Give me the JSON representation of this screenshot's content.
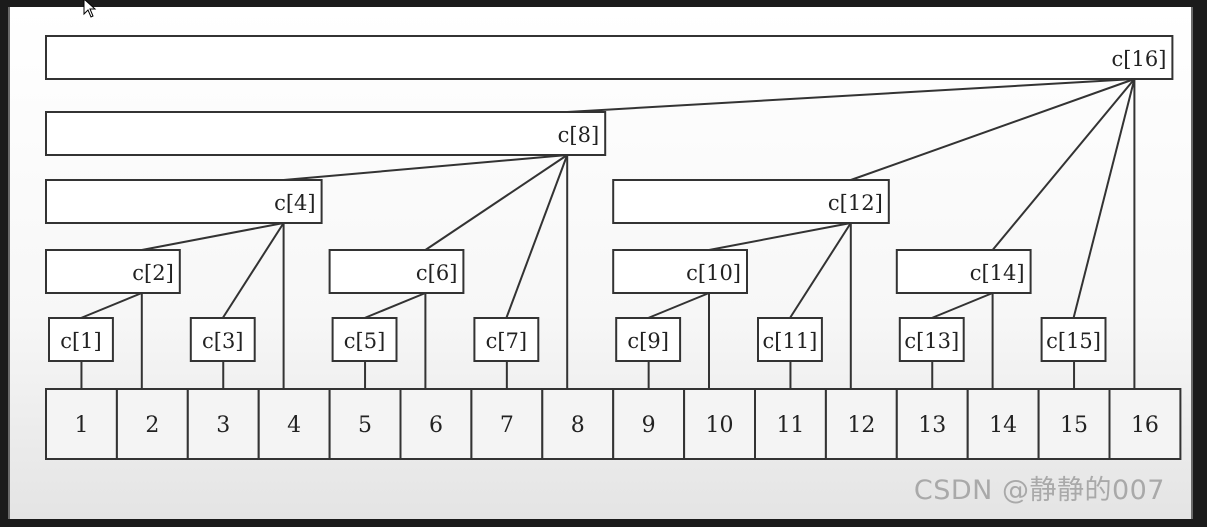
{
  "diagram": {
    "nodes": [
      {
        "id": 1,
        "label": "c[1]"
      },
      {
        "id": 2,
        "label": "c[2]"
      },
      {
        "id": 3,
        "label": "c[3]"
      },
      {
        "id": 4,
        "label": "c[4]"
      },
      {
        "id": 5,
        "label": "c[5]"
      },
      {
        "id": 6,
        "label": "c[6]"
      },
      {
        "id": 7,
        "label": "c[7]"
      },
      {
        "id": 8,
        "label": "c[8]"
      },
      {
        "id": 9,
        "label": "c[9]"
      },
      {
        "id": 10,
        "label": "c[10]"
      },
      {
        "id": 11,
        "label": "c[11]"
      },
      {
        "id": 12,
        "label": "c[12]"
      },
      {
        "id": 13,
        "label": "c[13]"
      },
      {
        "id": 14,
        "label": "c[14]"
      },
      {
        "id": 15,
        "label": "c[15]"
      },
      {
        "id": 16,
        "label": "c[16]"
      }
    ],
    "cells": [
      "1",
      "2",
      "3",
      "4",
      "5",
      "6",
      "7",
      "8",
      "9",
      "10",
      "11",
      "12",
      "13",
      "14",
      "15",
      "16"
    ]
  },
  "watermark": "CSDN @静静的007"
}
